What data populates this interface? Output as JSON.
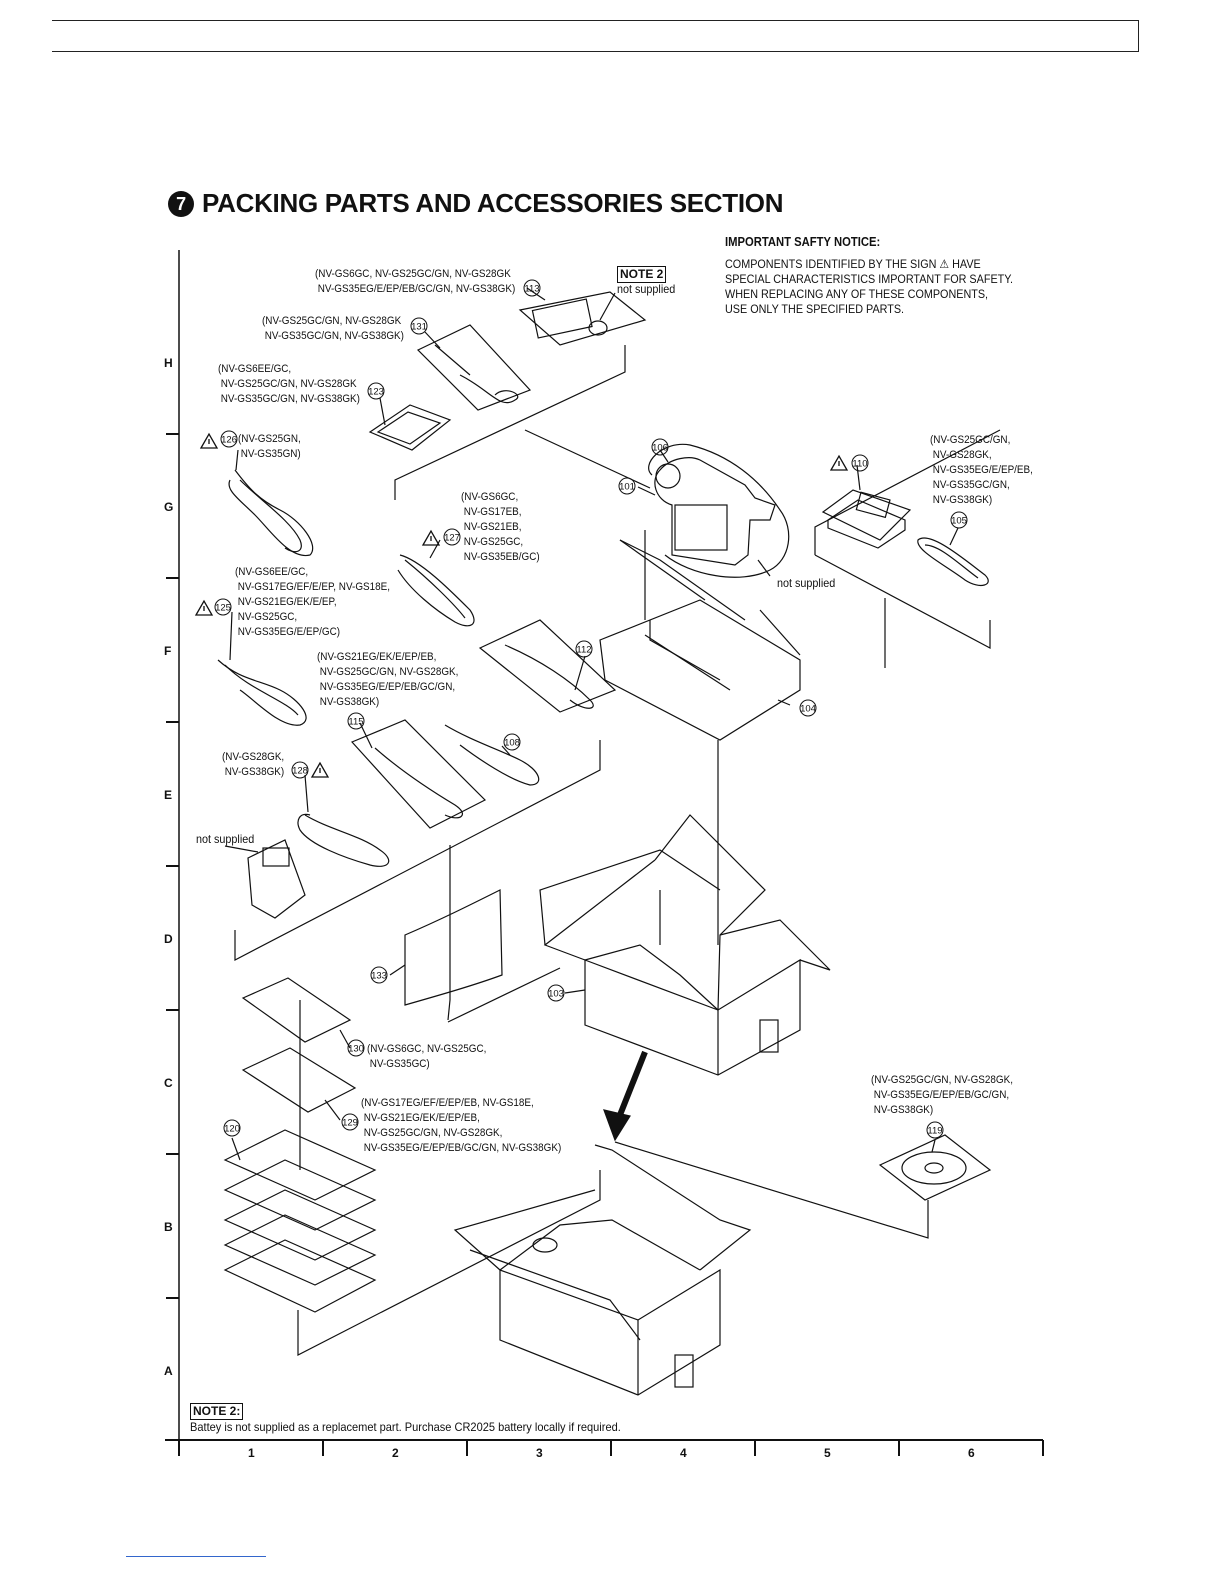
{
  "section": {
    "number": "7",
    "title": "PACKING PARTS AND ACCESSORIES SECTION"
  },
  "notice": {
    "heading": "IMPORTANT SAFTY NOTICE:",
    "body": "COMPONENTS IDENTIFIED BY THE SIGN ⚠ HAVE\nSPECIAL CHARACTERISTICS IMPORTANT FOR SAFETY.\nWHEN REPLACING ANY OF THESE COMPONENTS,\nUSE ONLY THE SPECIFIED PARTS."
  },
  "grid": {
    "rows": [
      "H",
      "G",
      "F",
      "E",
      "D",
      "C",
      "B",
      "A"
    ],
    "cols": [
      "1",
      "2",
      "3",
      "4",
      "5",
      "6"
    ]
  },
  "note2": {
    "tag": "NOTE 2",
    "tag_colon": "NOTE 2:",
    "text": "Battey is not supplied as a replacemet part. Purchase CR2025 battery locally if required."
  },
  "parts": [
    {
      "num": "113",
      "label": "(NV-GS6GC, NV-GS25GC/GN, NV-GS28GK\n NV-GS35EG/E/EP/EB/GC/GN, NV-GS38GK)"
    },
    {
      "num": "131",
      "label": "(NV-GS25GC/GN, NV-GS28GK\n NV-GS35GC/GN, NV-GS38GK)"
    },
    {
      "num": "123",
      "label": "(NV-GS6EE/GC,\n NV-GS25GC/GN, NV-GS28GK\n NV-GS35GC/GN, NV-GS38GK)"
    },
    {
      "num": "126",
      "label": "(NV-GS25GN,\n NV-GS35GN)"
    },
    {
      "num": "127",
      "label": "(NV-GS6GC,\n NV-GS17EB,\n NV-GS21EB,\n NV-GS25GC,\n NV-GS35EB/GC)"
    },
    {
      "num": "125",
      "label": "(NV-GS6EE/GC,\n NV-GS17EG/EF/E/EP, NV-GS18E,\n NV-GS21EG/EK/E/EP,\n NV-GS25GC,\n NV-GS35EG/E/EP/GC)"
    },
    {
      "num": "115",
      "label": "(NV-GS21EG/EK/E/EP/EB,\n NV-GS25GC/GN, NV-GS28GK,\n NV-GS35EG/E/EP/EB/GC/GN,\n NV-GS38GK)"
    },
    {
      "num": "128",
      "label": "(NV-GS28GK,\n NV-GS38GK)"
    },
    {
      "num": "110",
      "label": "(NV-GS25GC/GN,\n NV-GS28GK,\n NV-GS35EG/E/EP/EB,\n NV-GS35GC/GN,\n NV-GS38GK)"
    },
    {
      "num": "130",
      "label": "(NV-GS6GC, NV-GS25GC,\n NV-GS35GC)"
    },
    {
      "num": "129",
      "label": "(NV-GS17EG/EF/E/EP/EB, NV-GS18E,\n NV-GS21EG/EK/E/EP/EB,\n NV-GS25GC/GN, NV-GS28GK,\n NV-GS35EG/E/EP/EB/GC/GN, NV-GS38GK)"
    },
    {
      "num": "119",
      "label": "(NV-GS25GC/GN, NV-GS28GK,\n NV-GS35EG/E/EP/EB/GC/GN,\n NV-GS38GK)"
    }
  ],
  "callouts": [
    "106",
    "101",
    "105",
    "112",
    "108",
    "104",
    "133",
    "103",
    "120"
  ],
  "not_supplied": "not supplied",
  "icons": [
    "warning-triangle-icon",
    "arrow-down-icon"
  ]
}
